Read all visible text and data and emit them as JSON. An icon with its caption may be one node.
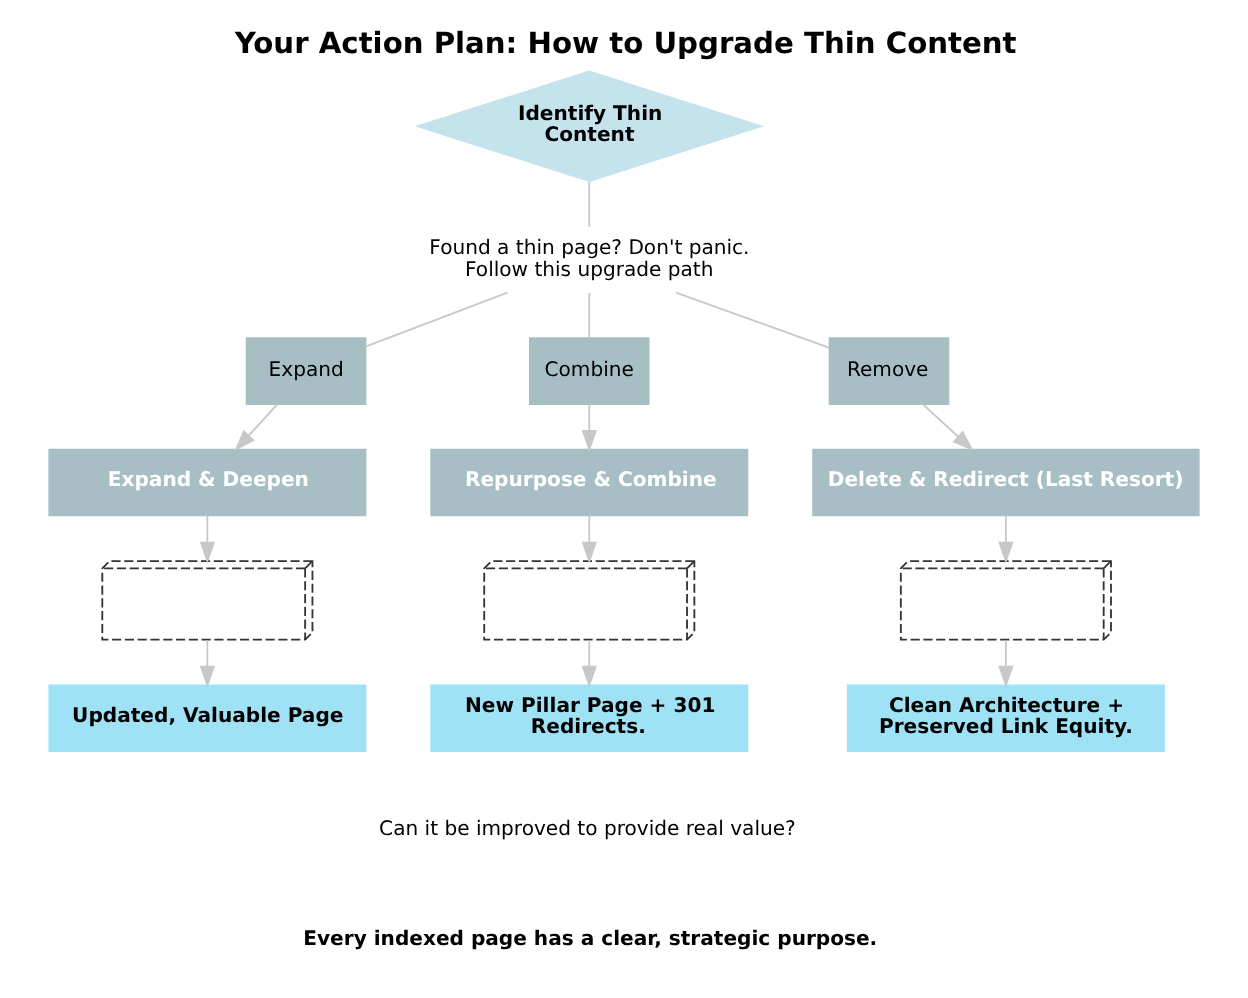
{
  "diagram": {
    "title": "Your Action Plan: How to Upgrade Thin Content",
    "nodes": [
      {
        "text": [
          "Identify Thin Content"
        ]
      },
      {
        "text": [
          "Found a thin page? Don't panic. Follow this upgrade path"
        ]
      },
      {
        "text": [
          "Expand"
        ]
      },
      {
        "text": [
          "Combine"
        ]
      },
      {
        "text": [
          "Remove"
        ]
      },
      {
        "text": [
          "Expand & Deepen"
        ]
      },
      {
        "text": [
          "Repurpose & Combine"
        ]
      },
      {
        "text": [
          "Delete & Redirect (Last Resort)"
        ]
      },
      {
        "text": [],
        "shape": "picture"
      },
      {
        "text": [],
        "shape": "picture"
      },
      {
        "text": [],
        "shape": "picture"
      },
      {
        "text": [
          "Updated, Valuable Page"
        ]
      },
      {
        "text": [
          "New Pillar Page + 301 Redirects."
        ]
      },
      {
        "text": [
          "Clean Architecture + Preserved Link Equity."
        ]
      }
    ],
    "edges": [
      {
        "from": 0,
        "to": 1,
        "arrow": "none"
      },
      {
        "from": 1,
        "to": 2,
        "arrow": "none"
      },
      {
        "from": 1,
        "to": 3,
        "arrow": "none"
      },
      {
        "from": 1,
        "to": 4,
        "arrow": "none"
      },
      {
        "from": 2,
        "to": 5,
        "arrow": "to"
      },
      {
        "from": 3,
        "to": 6,
        "arrow": "to"
      },
      {
        "from": 4,
        "to": 7,
        "arrow": "to"
      },
      {
        "from": 5,
        "to": 8,
        "arrow": "to"
      },
      {
        "from": 6,
        "to": 9,
        "arrow": "to"
      },
      {
        "from": 7,
        "to": 10,
        "arrow": "to"
      },
      {
        "from": 8,
        "to": 11,
        "arrow": "to"
      },
      {
        "from": 9,
        "to": 12,
        "arrow": "to"
      },
      {
        "from": 10,
        "to": 13,
        "arrow": "to"
      }
    ],
    "labels": [
      "Can it be improved to provide real value?",
      "Every indexed page has a clear, strategic purpose."
    ]
  }
}
